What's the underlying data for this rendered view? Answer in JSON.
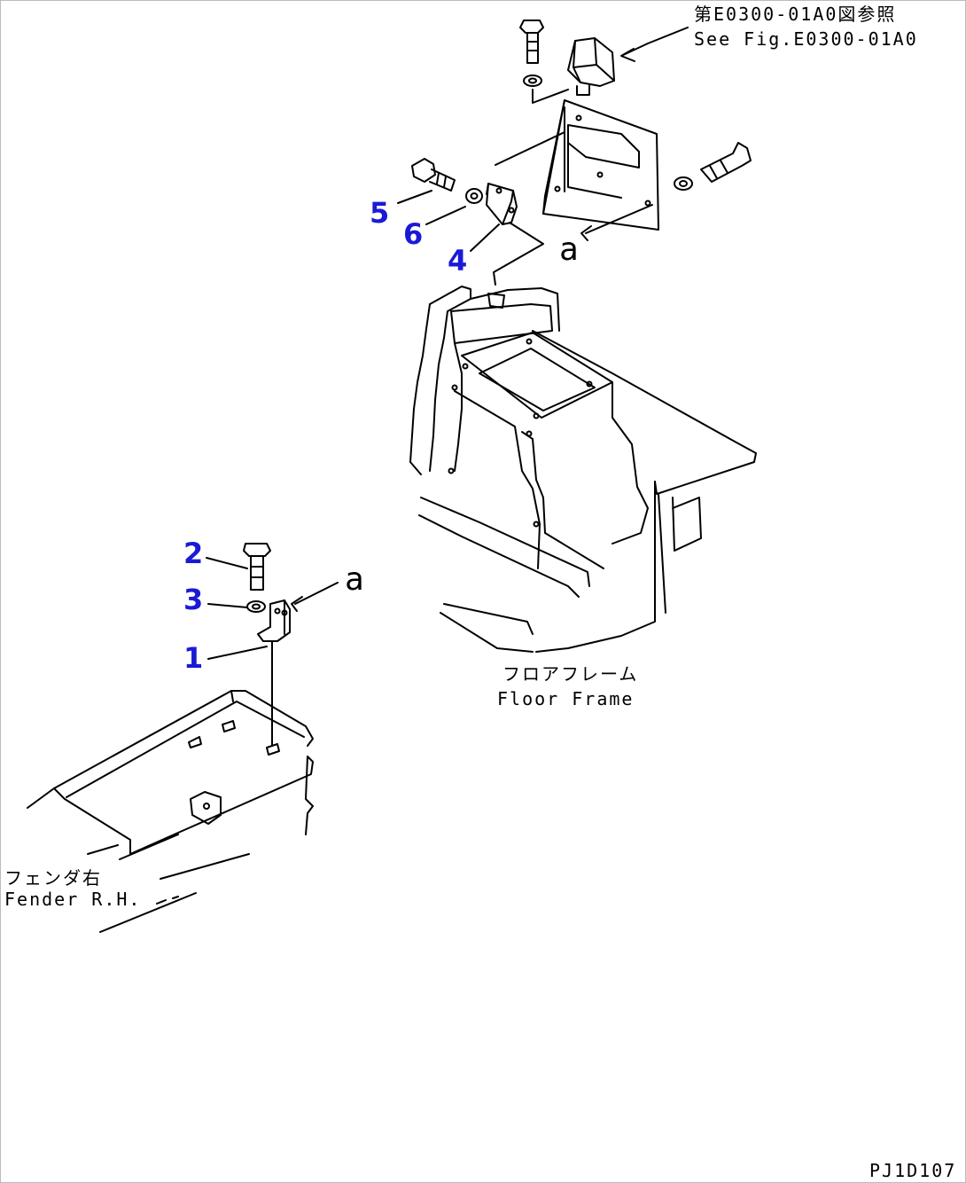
{
  "callouts": {
    "c1": {
      "num": "1",
      "color": "#1a1ad6"
    },
    "c2": {
      "num": "2",
      "color": "#1a1ad6"
    },
    "c3": {
      "num": "3",
      "color": "#1a1ad6"
    },
    "c4": {
      "num": "4",
      "color": "#1a1ad6"
    },
    "c5": {
      "num": "5",
      "color": "#1a1ad6"
    },
    "c6": {
      "num": "6",
      "color": "#1a1ad6"
    }
  },
  "labels": {
    "ref_jp": "第E0300-01A0図参照",
    "ref_en": "See Fig.E0300-01A0",
    "marker_a": "a",
    "floor_jp": "フロアフレーム",
    "floor_en": "Floor Frame",
    "fender_jp": "フェンダ右",
    "fender_en": "Fender R.H.",
    "drawing_code": "PJ1D107"
  }
}
